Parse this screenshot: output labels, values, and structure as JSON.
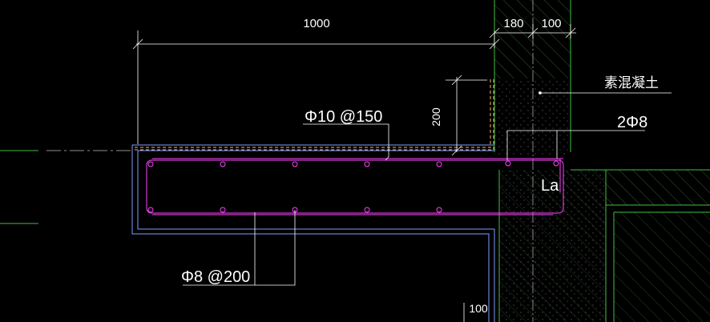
{
  "drawing": {
    "background": "#000000",
    "colors": {
      "dimension": "#ffffff",
      "outline": "#7f9cff",
      "rebar": "#ff44ff",
      "wall_hatch": "#5aa05a",
      "dashed": "#ffb060",
      "centerline": "#40c040",
      "leader": "#ffffff"
    },
    "dimensions": {
      "top_left": "1000",
      "top_mid": "180",
      "top_right": "100",
      "vertical": "200",
      "bottom": "100"
    },
    "labels": {
      "top_rebar": "Φ10 @150",
      "bottom_rebar": "Φ8 @200",
      "corner_bars": "2Φ8",
      "concrete": "素混凝土",
      "anchorage": "La"
    }
  }
}
